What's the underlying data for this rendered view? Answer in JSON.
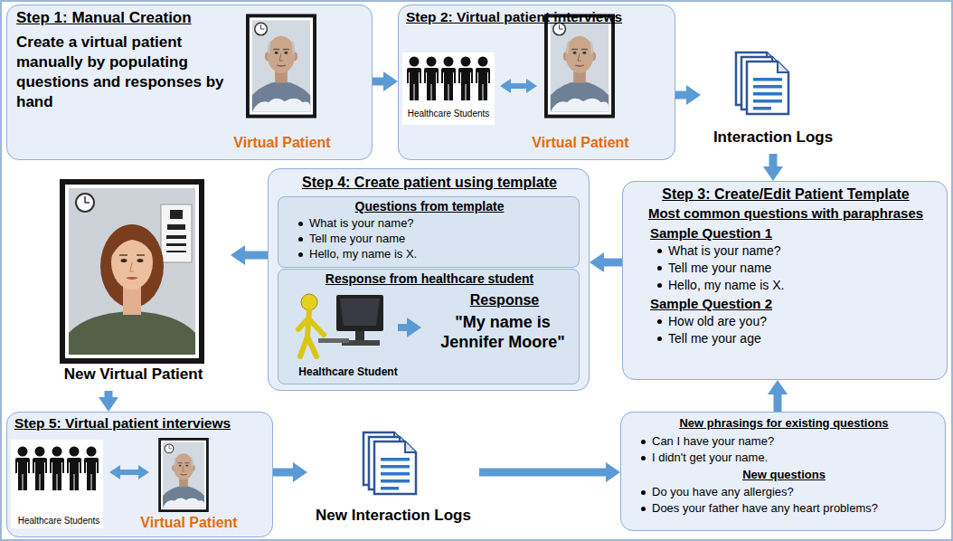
{
  "diagram": {
    "nodes": [
      {
        "text": [
          "Step 1: Manual Creation",
          "Create a virtual patient manually by populating questions and responses by hand",
          "Virtual Patient"
        ]
      },
      {
        "text": [
          "Step 2: Virtual patient interviews",
          "Healthcare Students",
          "Virtual Patient"
        ]
      },
      {
        "text": [
          "Interaction Logs"
        ]
      },
      {
        "text": [
          "Step 3: Create/Edit Patient Template",
          "Most common questions with paraphrases",
          "Sample Question 1",
          "What is your name?",
          "Tell me your name",
          "Hello, my name is X.",
          "Sample Question 2",
          "How old are you?",
          "Tell me your age"
        ]
      },
      {
        "text": [
          "Step 4: Create patient using template"
        ]
      },
      {
        "text": [
          "Questions from template",
          "What is your name?",
          "Tell me your name",
          "Hello, my name is X."
        ],
        "in": 4
      },
      {
        "text": [
          "Response from healthcare student",
          "Response",
          "\"My name is Jennifer Moore\"",
          "Healthcare Student"
        ],
        "in": 4
      },
      {
        "text": [
          "New Virtual Patient"
        ]
      },
      {
        "text": [
          "Step 5: Virtual patient interviews",
          "Healthcare Students",
          "Virtual Patient"
        ]
      },
      {
        "text": [
          "New Interaction Logs"
        ]
      },
      {
        "text": [
          "New phrasings for existing questions",
          "Can I have your name?",
          "I didn't get your name.",
          "New questions",
          "Do you have any allergies?",
          "Does your father have any heart problems?"
        ]
      }
    ],
    "edges": [
      {
        "from": 0,
        "to": 1,
        "arrow": "to"
      },
      {
        "from": 1,
        "to": 2,
        "arrow": "to"
      },
      {
        "from": 2,
        "to": 3,
        "arrow": "to"
      },
      {
        "from": 3,
        "to": 4,
        "arrow": "to"
      },
      {
        "from": 4,
        "to": 7,
        "arrow": "to"
      },
      {
        "from": 7,
        "to": 8,
        "arrow": "to"
      },
      {
        "from": 8,
        "to": 9,
        "arrow": "to"
      },
      {
        "from": 9,
        "to": 10,
        "arrow": "to"
      },
      {
        "from": 10,
        "to": 3,
        "arrow": "to"
      }
    ]
  }
}
